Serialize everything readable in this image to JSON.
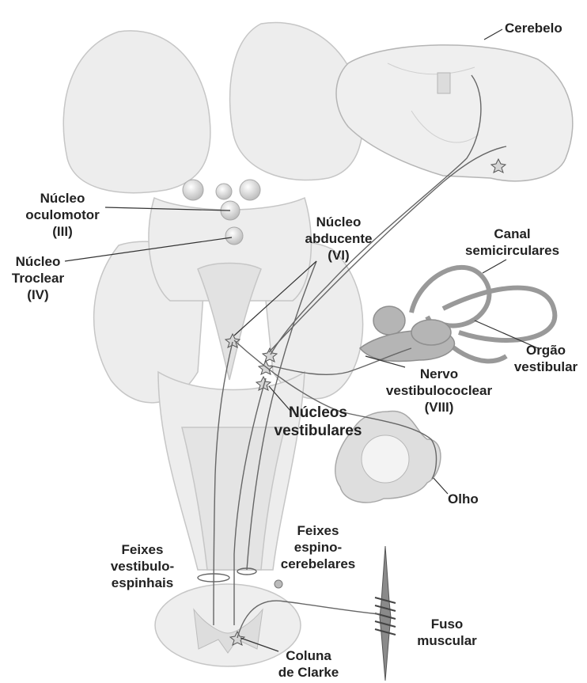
{
  "labels": {
    "cerebelo": [
      "Cerebelo"
    ],
    "nucleo_oculomotor": [
      "Núcleo",
      "oculomotor",
      "(III)"
    ],
    "nucleo_troclear": [
      "Núcleo",
      "Troclear",
      "(IV)"
    ],
    "nucleo_abducente": [
      "Núcleo",
      "abducente",
      "(VI)"
    ],
    "canal_semicirculares": [
      "Canal",
      "semicirculares"
    ],
    "orgao_vestibular": [
      "Orgão",
      "vestibular"
    ],
    "nervo_vestibulococlear": [
      "Nervo",
      "vestibulococlear",
      "(VIII)"
    ],
    "nucleos_vestibulares": [
      "Núcleos",
      "vestibulares"
    ],
    "olho": [
      "Olho"
    ],
    "feixes_espinocerebelares": [
      "Feixes",
      "espino-",
      "cerebelares"
    ],
    "feixes_vestibuloespinhais": [
      "Feixes",
      "vestibulo-",
      "espinhais"
    ],
    "fuso_muscular": [
      "Fuso",
      "muscular"
    ],
    "coluna_de_clarke": [
      "Coluna",
      "de Clarke"
    ]
  },
  "colors": {
    "tissue_fill": "#ececec",
    "tissue_stroke": "#c4c4c4",
    "pathway": "#666666",
    "leader_line": "#333333",
    "nucleus": "#cfcfcf",
    "label_text": "#222222"
  }
}
